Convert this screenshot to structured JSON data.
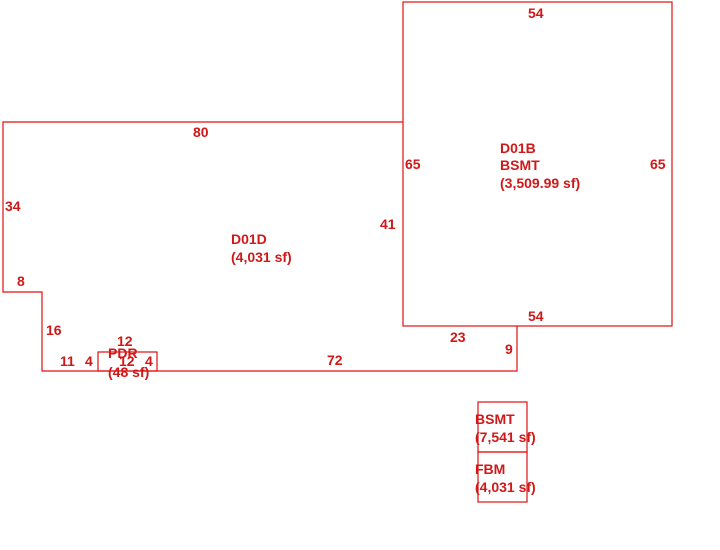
{
  "colors": {
    "line": "#e01010",
    "text": "#d01818",
    "background": "#ffffff"
  },
  "areas": {
    "d01b": {
      "code": "D01B",
      "name": "BSMT",
      "area": "(3,509.99 sf)"
    },
    "d01d": {
      "code": "D01D",
      "area": "(4,031 sf)"
    },
    "pdr": {
      "name": "PDR",
      "area": "(48 sf)"
    },
    "bsmt": {
      "name": "BSMT",
      "area": "(7,541 sf)"
    },
    "fbm": {
      "name": "FBM",
      "area": "(4,031 sf)"
    }
  },
  "dimensions": {
    "b_top": "54",
    "b_left": "65",
    "b_right": "65",
    "b_bottom": "54",
    "d_top": "80",
    "d_left": "34",
    "d_step": "8",
    "d_stepdown": "16",
    "d_right": "41",
    "d_23": "23",
    "d_9": "9",
    "d_72": "72",
    "d_11": "11",
    "p_top": "12",
    "p_left": "4",
    "p_mid": "12",
    "p_right": "4"
  }
}
